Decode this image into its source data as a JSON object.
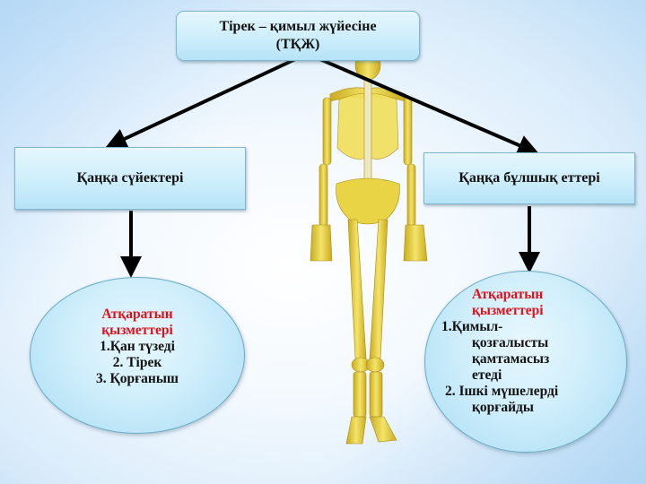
{
  "root": {
    "title_line1": "Тірек – қимыл жүйесіне",
    "title_line2": "(ТҚЖ)"
  },
  "branches": [
    {
      "label": "Қаңқа сүйектері",
      "functions": {
        "heading_line1": "Атқаратын",
        "heading_line2": "қызметтері",
        "items": [
          "1.Қан түзеді",
          "2. Тірек",
          "3. Қорғаныш"
        ]
      }
    },
    {
      "label": "Қаңқа бұлшық еттері",
      "functions": {
        "heading_line1": "Атқаратын",
        "heading_line2": "қызметтері",
        "item1_lines": [
          "1.Қимыл-",
          "қозғалысты",
          "қамтамасыз",
          "етеді"
        ],
        "item2_lines": [
          "2. Ішкі мүшелерді",
          "қорғайды"
        ]
      }
    }
  ],
  "illustration": {
    "icon": "skeleton-icon"
  },
  "colors": {
    "box_fill": "#cdeefb",
    "box_border": "#7fb6cc",
    "heading_red": "#e0101a",
    "text": "#111111",
    "skeleton": "#e8d24a",
    "arrow": "#000000"
  }
}
